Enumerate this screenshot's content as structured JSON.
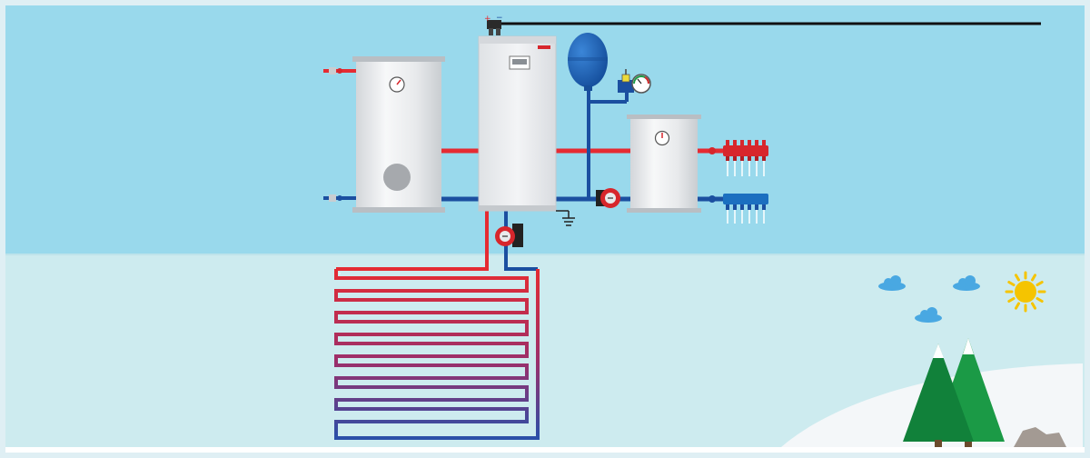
{
  "scene": {
    "type": "ground-source heat pump system diagram",
    "colors": {
      "sky": "#99d9ec",
      "ground": "#cdebef",
      "frame": "#dfeff4",
      "hot_pipe": "#e52b32",
      "cold_pipe": "#1b4fa0",
      "tank_body": "#eceef0",
      "heat_pump_body": "#eaecee",
      "expansion_vessel": "#1f66c0",
      "pump_ring": "#d7262c",
      "tree": "#1b9a46",
      "tree_dark": "#11813a",
      "snow": "#f4f7f9",
      "sun": "#f5c400",
      "cloud": "#49a8e2",
      "rock": "#a39a93",
      "power_line": "#111111"
    },
    "components": {
      "hot_water_cylinder": {
        "icons": [
          "thermometer-icon",
          "coil-flange"
        ]
      },
      "heat_pump_unit": {
        "icons": [
          "control-display",
          "brand-mark"
        ]
      },
      "expansion_vessel": {
        "icons": [
          "expansion-vessel-icon"
        ]
      },
      "safety_group": {
        "icons": [
          "air-vent-icon",
          "pressure-gauge-icon"
        ]
      },
      "buffer_tank": {
        "icons": [
          "thermometer-icon"
        ]
      },
      "manifold_supply": {
        "outlets": 6
      },
      "manifold_return": {
        "outlets": 6
      },
      "circulation_pumps": [
        "heating-circuit-pump",
        "ground-loop-pump"
      ],
      "ground_loop": {
        "loops": 8
      },
      "landscape": {
        "clouds": 3,
        "trees": 2,
        "sun": true,
        "rock": true
      }
    }
  }
}
